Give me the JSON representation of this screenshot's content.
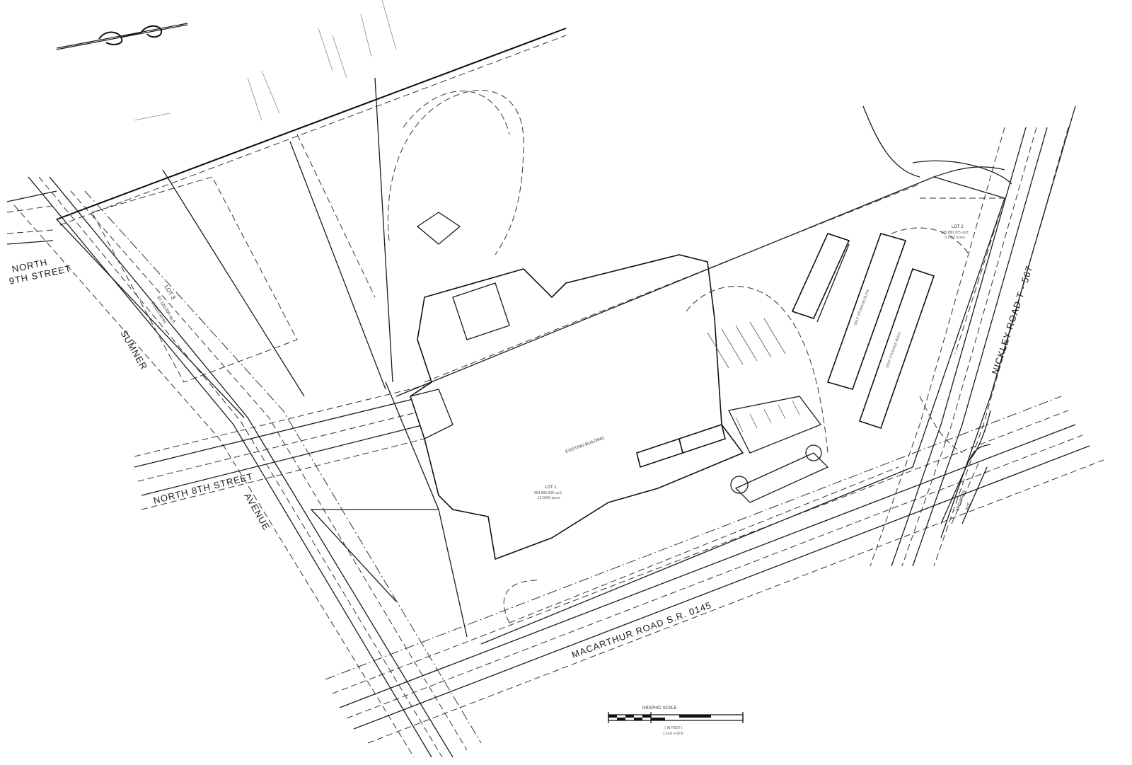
{
  "streets": {
    "north_9th_line1": "NORTH",
    "north_9th_line2": "9TH STREET",
    "sumner_line1": "SUMNER",
    "sumner_line2": "AVENUE",
    "north_8th": "NORTH 8TH STREET",
    "macarthur": "MACARTHUR ROAD S.R. 0145",
    "nickley": "NICKLEY ROAD T - 567",
    "michigan_line1": "MICHIGAN",
    "michigan_line2": "AVE."
  },
  "buildings": {
    "existing": "EXISTING BUILDING",
    "self_storage_1": "SELF STORAGE BLDG.",
    "self_storage_2": "SELF STORAGE BLDG."
  },
  "lots": {
    "lot1_title": "LOT 1",
    "lot1_area": "564,800.338 sq.ft.",
    "lot1_acres": "12.9660 acres",
    "lot2_title": "LOT 2",
    "lot2_area": "135,880.975 sq.ft.",
    "lot2_acres": "3.1367 acres",
    "lot3_title": "LOT 3",
    "lot3_area": "87,120.000 sq.ft.",
    "lot3_acres": "2.0000 acres"
  },
  "scale": {
    "title": "GRAPHIC SCALE",
    "units": "( IN FEET )",
    "ratio": "1 inch = 60 ft."
  },
  "colors": {
    "ink": "#1a1a1a",
    "paper": "#ffffff"
  }
}
